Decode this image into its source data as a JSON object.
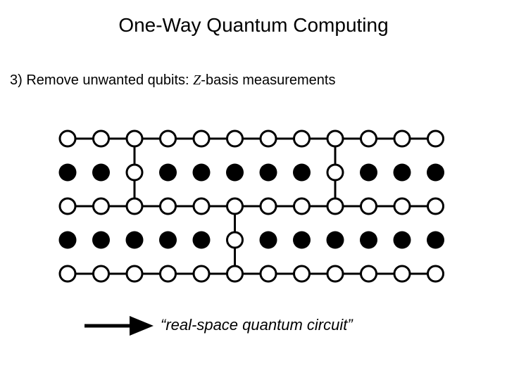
{
  "slide": {
    "title": "One-Way Quantum Computing"
  },
  "step": {
    "prefix": "3) Remove unwanted qubits: ",
    "basis_var": "Z",
    "suffix": "-basis measurements"
  },
  "lattice": {
    "rows": 5,
    "cols": 12,
    "measured_rows": [
      1,
      3
    ],
    "kept_in_measured_rows": [
      [
        1,
        2
      ],
      [
        1,
        8
      ],
      [
        3,
        5
      ]
    ],
    "vertical_links": [
      [
        0,
        2
      ],
      [
        1,
        2
      ],
      [
        0,
        8
      ],
      [
        1,
        8
      ],
      [
        2,
        5
      ],
      [
        3,
        5
      ]
    ],
    "colors": {
      "measured": "#000000",
      "kept": "#ffffff",
      "line": "#000000"
    }
  },
  "caption": {
    "text": "“real-space quantum circuit”"
  }
}
